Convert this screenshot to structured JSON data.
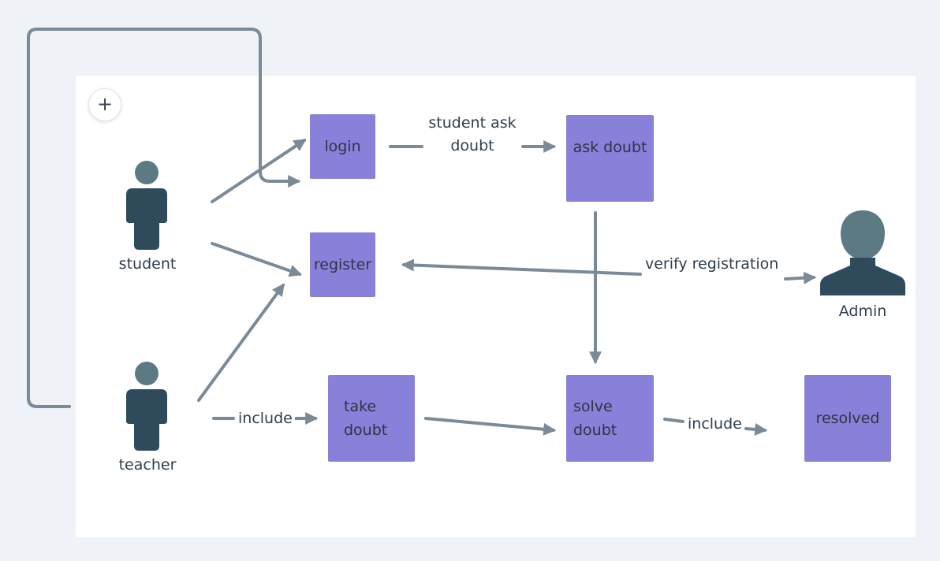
{
  "toolbar": {
    "add_icon": "plus-icon",
    "add_glyph": "+"
  },
  "actors": {
    "student": {
      "label": "student",
      "icon": "person-icon"
    },
    "teacher": {
      "label": "teacher",
      "icon": "person-icon"
    },
    "admin": {
      "label": "Admin",
      "icon": "user-avatar-icon"
    }
  },
  "nodes": {
    "login": "login",
    "register": "register",
    "ask_doubt": "ask doubt",
    "take_doubt": "take\ndoubt",
    "solve_doubt": "solve\ndoubt",
    "resolved": "resolved"
  },
  "edge_labels": {
    "student_ask_doubt": "student ask\ndoubt",
    "verify_registration": "verify registration",
    "include_take": "include",
    "include_resolved": "include"
  },
  "colors": {
    "background": "#eff3f7",
    "canvas": "#ffffff",
    "node_fill": "#8880d9",
    "connector": "#7a8a97",
    "person_head": "#5c7a83",
    "person_body": "#2f4b5b"
  }
}
